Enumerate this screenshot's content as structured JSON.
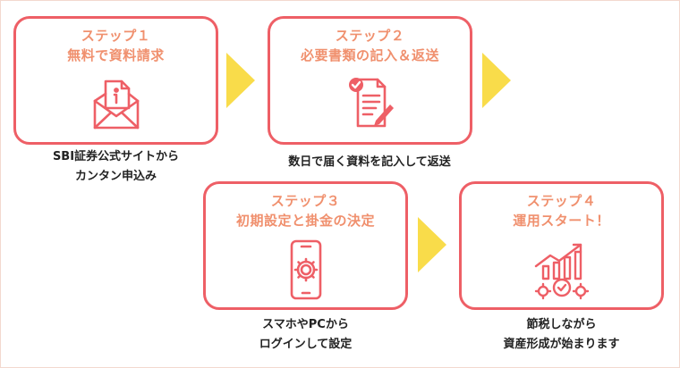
{
  "steps": [
    {
      "title": "ステップ１",
      "subtitle": "無料で資料請求",
      "icon": "envelope-document-icon",
      "caption_lines": [
        "SBI証券公式サイトから",
        "カンタン申込み"
      ]
    },
    {
      "title": "ステップ２",
      "subtitle": "必要書類の記入＆返送",
      "icon": "document-pen-icon",
      "caption_lines": [
        "数日で届く資料を記入して返送"
      ]
    },
    {
      "title": "ステップ３",
      "subtitle": "初期設定と掛金の決定",
      "icon": "smartphone-gear-icon",
      "caption_lines": [
        "スマホやPCから",
        "ログインして設定"
      ]
    },
    {
      "title": "ステップ４",
      "subtitle": "運用スタート！",
      "icon": "growth-chart-gears-icon",
      "caption_lines": [
        "節税しながら",
        "資産形成が始まります"
      ]
    }
  ],
  "colors": {
    "border": "#ee5f66",
    "title": "#f0906e",
    "icon": "#ee5f66",
    "arrow": "#f9dc4a",
    "caption": "#222222"
  }
}
